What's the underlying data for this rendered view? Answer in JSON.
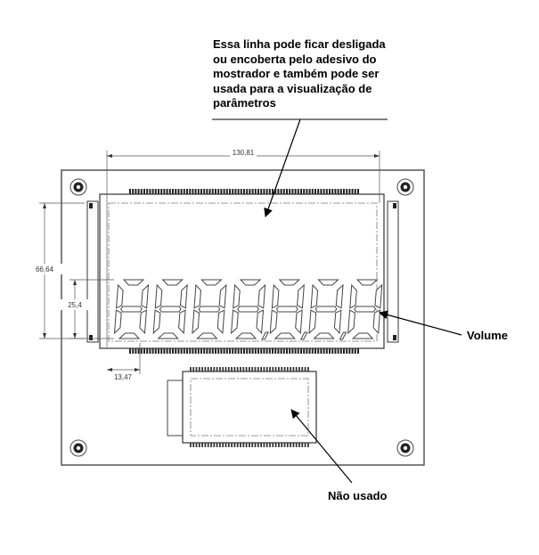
{
  "annotations": {
    "top_note": [
      "Essa linha pode ficar desligada",
      "ou encoberta pelo adesivo do",
      "mostrador e também pode ser",
      "usada para a visualização de",
      "parâmetros"
    ],
    "volume_label": "Volume",
    "unused_label": "Não usado"
  },
  "dimensions": {
    "display_width": "130,81",
    "board_height": "66,64",
    "digit_height": "25,4",
    "digit_pitch": "13,47"
  },
  "display": {
    "digit_count": 7,
    "decimal_points": 3
  }
}
